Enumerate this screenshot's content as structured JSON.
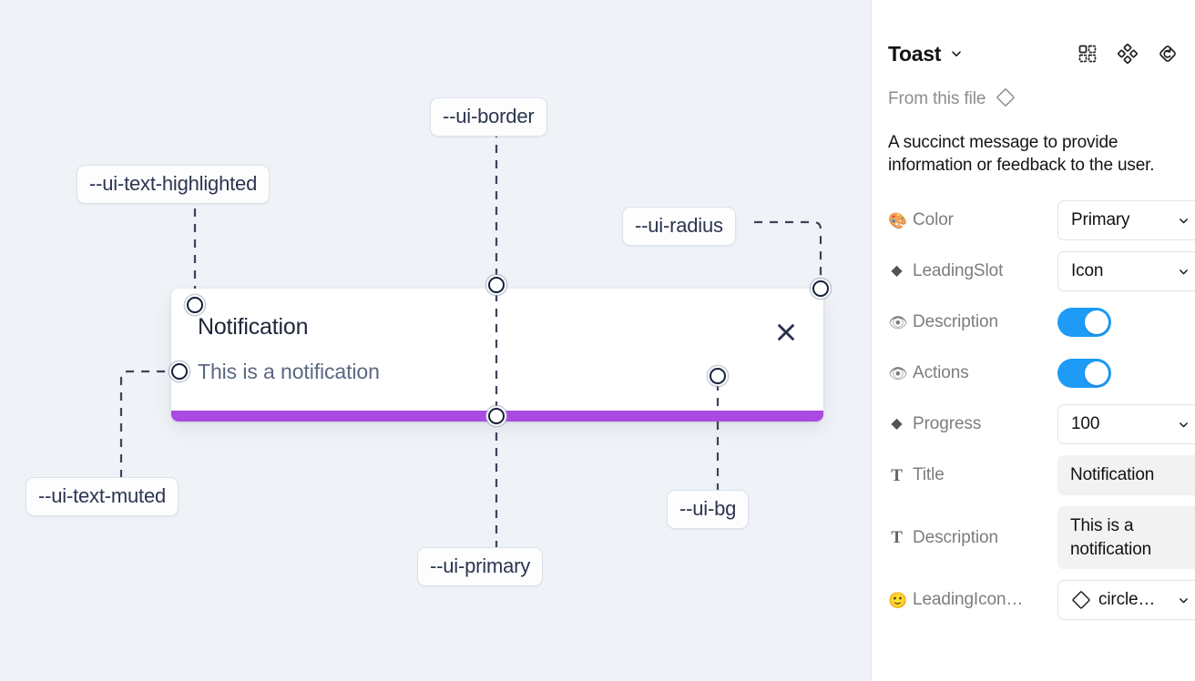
{
  "canvas": {
    "background_color": "#EFF2F7",
    "toast": {
      "title": "Notification",
      "description": "This is a notification",
      "close_icon": "close-icon",
      "progress_color": "#AB4AE0",
      "background_color": "#FFFFFF"
    },
    "tokens": [
      {
        "id": "ui-text-highlighted",
        "label": "--ui-text-highlighted"
      },
      {
        "id": "ui-border",
        "label": "--ui-border"
      },
      {
        "id": "ui-radius",
        "label": "--ui-radius"
      },
      {
        "id": "ui-text-muted",
        "label": "--ui-text-muted"
      },
      {
        "id": "ui-primary",
        "label": "--ui-primary"
      },
      {
        "id": "ui-bg",
        "label": "--ui-bg"
      }
    ]
  },
  "panel": {
    "title": "Toast",
    "title_caret_icon": "chevron-down-icon",
    "header_icons": [
      {
        "name": "component-set-icon"
      },
      {
        "name": "components-icon"
      },
      {
        "name": "reset-instance-icon"
      }
    ],
    "from_this_file": {
      "label": "From this file",
      "icon": "diamond-icon"
    },
    "description": "A succinct message to provide information or feedback to the user.",
    "properties": [
      {
        "icon": "palette-icon",
        "icon_glyph": "🎨",
        "icon_kind": "emoji",
        "name": "Color",
        "control": "select",
        "value": "Primary"
      },
      {
        "icon": "diamond-icon",
        "icon_glyph": "◆",
        "icon_kind": "diamond",
        "name": "LeadingSlot",
        "control": "select",
        "value": "Icon"
      },
      {
        "icon": "eye-icon",
        "icon_glyph": "👁",
        "icon_kind": "emoji",
        "name": "Description",
        "control": "toggle",
        "value": "on"
      },
      {
        "icon": "eye-icon",
        "icon_glyph": "👁",
        "icon_kind": "emoji",
        "name": "Actions",
        "control": "toggle",
        "value": "on"
      },
      {
        "icon": "diamond-icon",
        "icon_glyph": "◆",
        "icon_kind": "diamond",
        "name": "Progress",
        "control": "select",
        "value": "100"
      },
      {
        "icon": "text-icon",
        "icon_glyph": "T",
        "icon_kind": "tglyph",
        "name": "Title",
        "control": "text",
        "value": "Notification"
      },
      {
        "icon": "text-icon",
        "icon_glyph": "T",
        "icon_kind": "tglyph",
        "name": "Description",
        "control": "text",
        "value": "This is a notification"
      },
      {
        "icon": "emoji-icon",
        "icon_glyph": "🙂",
        "icon_kind": "emoji",
        "name": "LeadingIcon…",
        "control": "icon-select",
        "value": "circle…"
      }
    ],
    "accent_color": "#1D9BF6"
  }
}
